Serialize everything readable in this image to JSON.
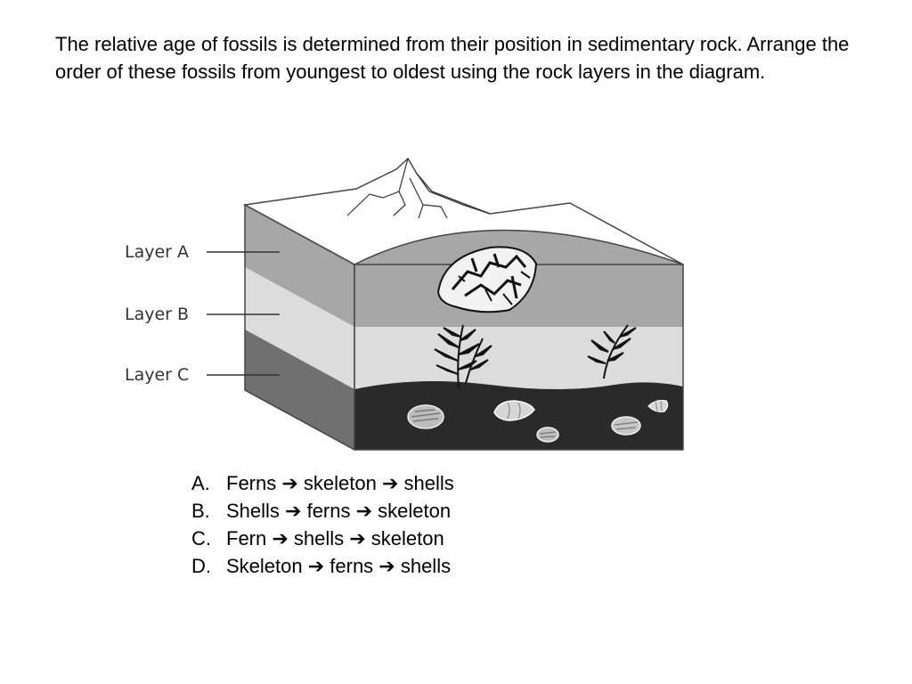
{
  "question": {
    "text": "The relative age of fossils is determined from their position in sedimentary rock. Arrange the order of these fossils from youngest to oldest using the rock layers in the diagram."
  },
  "diagram": {
    "layers": [
      {
        "label": "Layer A",
        "color": "#a7a7a7"
      },
      {
        "label": "Layer B",
        "color": "#dcdcdc"
      },
      {
        "label": "Layer C",
        "color": "#707070"
      }
    ],
    "surface_color": "#ffffff",
    "dark_front_color": "#2a2a2a",
    "fossil_icons": [
      "skeleton-icon",
      "fern-icon",
      "shell-icon"
    ]
  },
  "choices": [
    {
      "letter": "A.",
      "text": "Ferns ➔ skeleton ➔ shells"
    },
    {
      "letter": "B.",
      "text": "Shells ➔ ferns ➔ skeleton"
    },
    {
      "letter": "C.",
      "text": "Fern ➔ shells ➔ skeleton"
    },
    {
      "letter": "D.",
      "text": "Skeleton ➔ ferns ➔ shells"
    }
  ]
}
